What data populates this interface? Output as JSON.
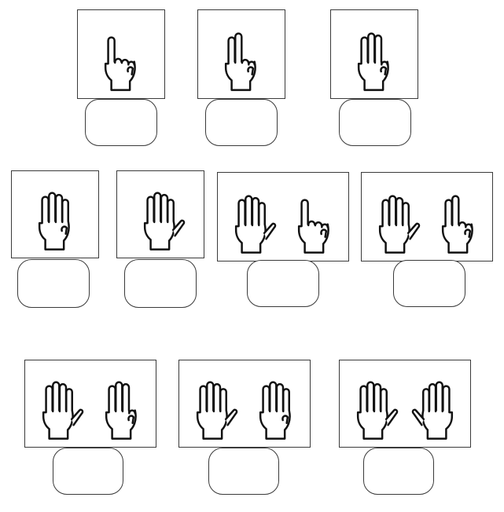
{
  "exercise": {
    "cards": [
      {
        "hands": [
          {
            "fingers": 1,
            "mirror": false
          }
        ]
      },
      {
        "hands": [
          {
            "fingers": 2,
            "mirror": false
          }
        ]
      },
      {
        "hands": [
          {
            "fingers": 3,
            "mirror": false
          }
        ]
      },
      {
        "hands": [
          {
            "fingers": 4,
            "mirror": false
          }
        ]
      },
      {
        "hands": [
          {
            "fingers": 5,
            "mirror": false
          }
        ]
      },
      {
        "hands": [
          {
            "fingers": 5,
            "mirror": false
          },
          {
            "fingers": 1,
            "mirror": false
          }
        ]
      },
      {
        "hands": [
          {
            "fingers": 5,
            "mirror": false
          },
          {
            "fingers": 2,
            "mirror": false
          }
        ]
      },
      {
        "hands": [
          {
            "fingers": 5,
            "mirror": false
          },
          {
            "fingers": 3,
            "mirror": false
          }
        ]
      },
      {
        "hands": [
          {
            "fingers": 5,
            "mirror": false
          },
          {
            "fingers": 4,
            "mirror": false
          }
        ]
      },
      {
        "hands": [
          {
            "fingers": 5,
            "mirror": false
          },
          {
            "fingers": 5,
            "mirror": true
          }
        ]
      }
    ],
    "colors": {
      "outline": "#111111",
      "border": "#3a3a3a",
      "background": "#ffffff"
    }
  }
}
